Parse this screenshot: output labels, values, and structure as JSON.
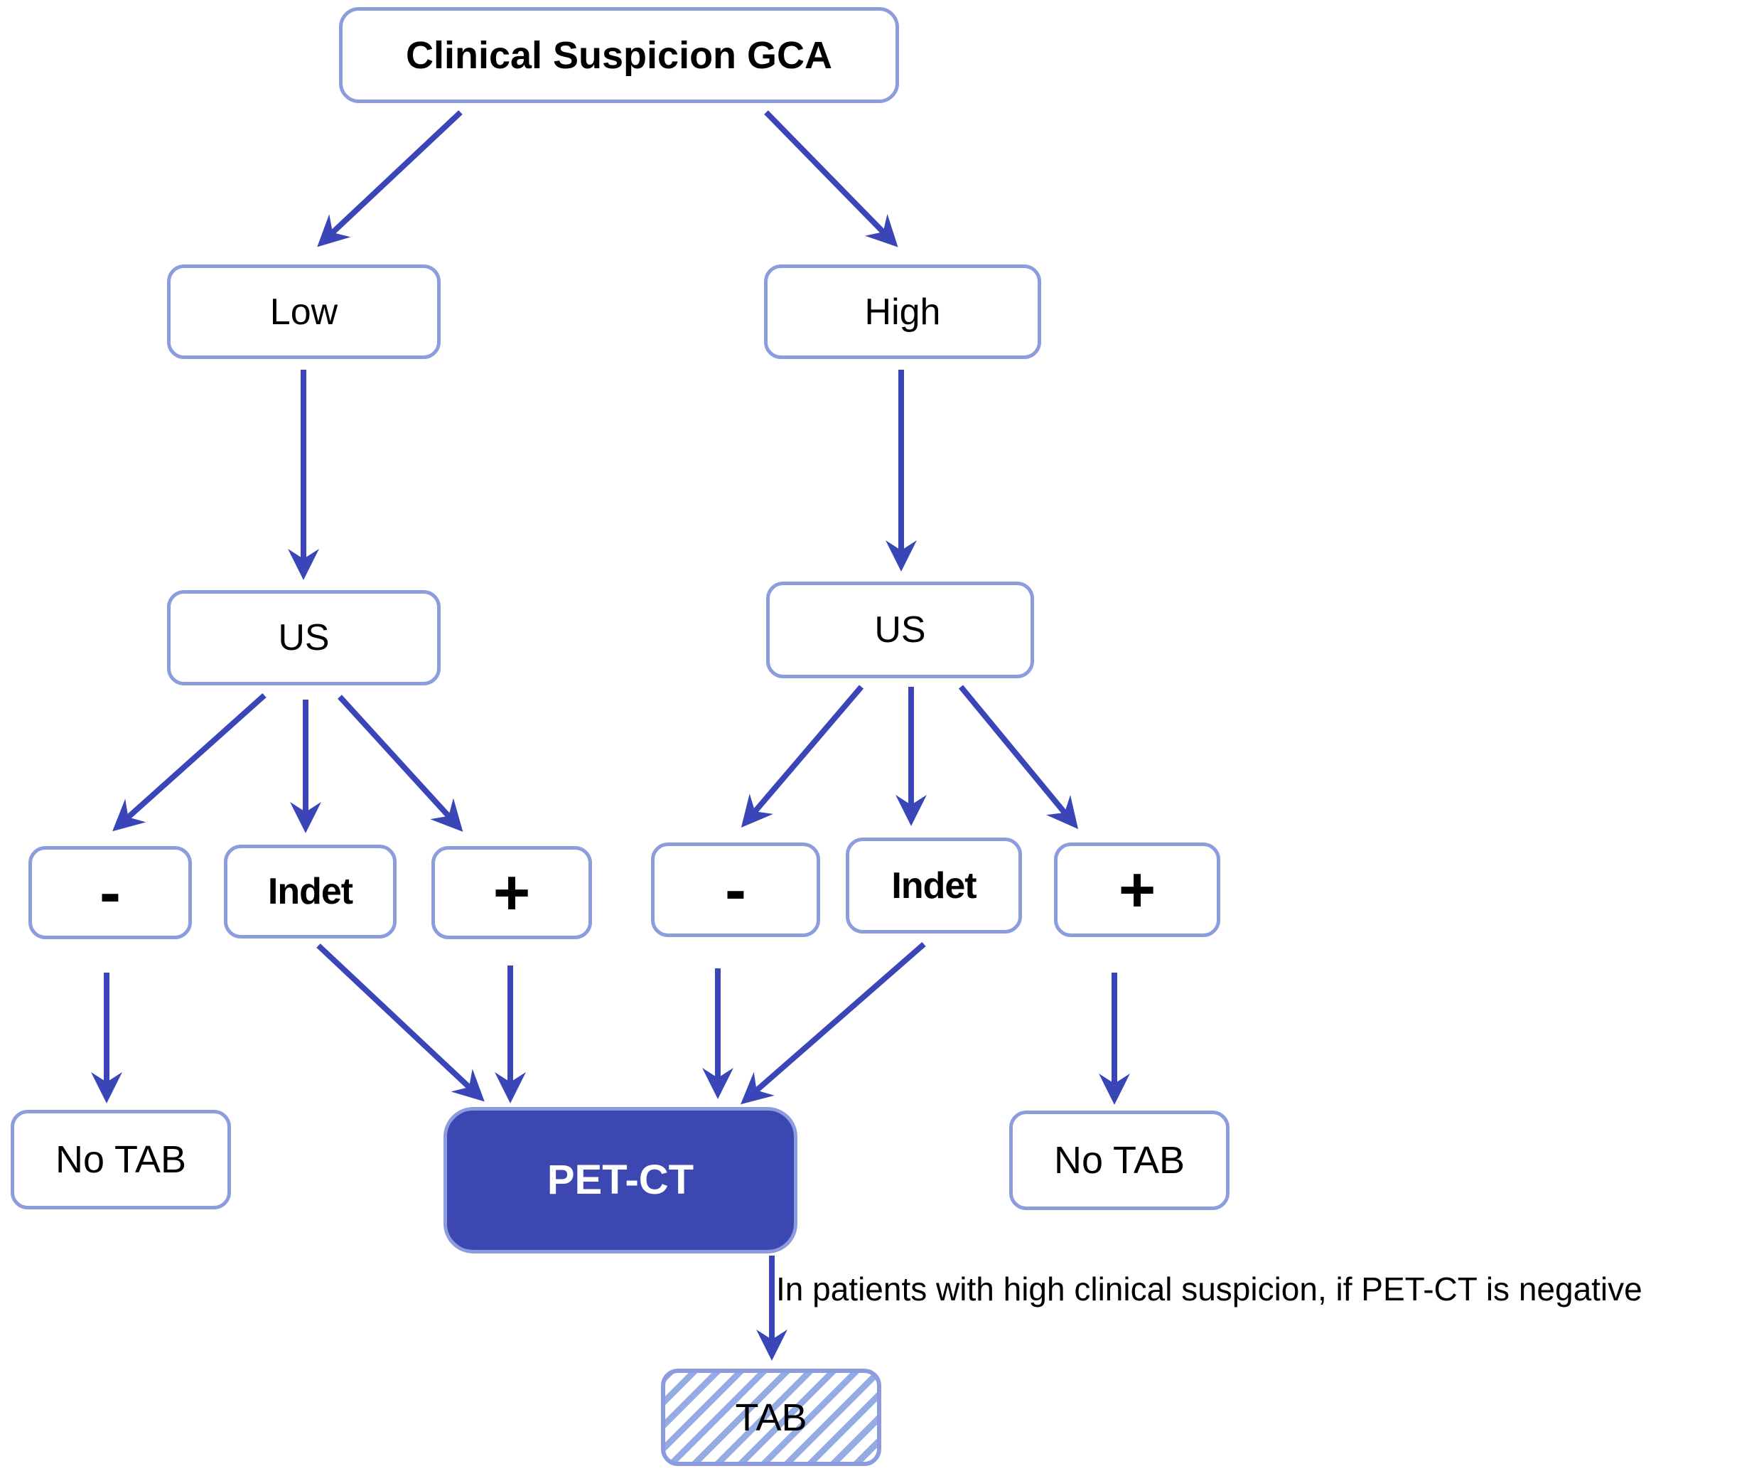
{
  "flowchart": {
    "nodes": {
      "clinical_suspicion_gca": "Clinical Suspicion GCA",
      "low": "Low",
      "high": "High",
      "us_low": "US",
      "us_high": "US",
      "us_low_negative": "-",
      "us_low_indeterminate": "Indet",
      "us_low_positive": "+",
      "us_high_negative": "-",
      "us_high_indeterminate": "Indet",
      "us_high_positive": "+",
      "no_tab_left": "No TAB",
      "pet_ct": "PET-CT",
      "no_tab_right": "No TAB",
      "tab": "TAB"
    },
    "annotation": "In patients with high clinical suspicion, if PET-CT is negative",
    "edges": [
      {
        "from": "clinical_suspicion_gca",
        "to": "low"
      },
      {
        "from": "clinical_suspicion_gca",
        "to": "high"
      },
      {
        "from": "low",
        "to": "us_low"
      },
      {
        "from": "high",
        "to": "us_high"
      },
      {
        "from": "us_low",
        "to": "us_low_negative"
      },
      {
        "from": "us_low",
        "to": "us_low_indeterminate"
      },
      {
        "from": "us_low",
        "to": "us_low_positive"
      },
      {
        "from": "us_high",
        "to": "us_high_negative"
      },
      {
        "from": "us_high",
        "to": "us_high_indeterminate"
      },
      {
        "from": "us_high",
        "to": "us_high_positive"
      },
      {
        "from": "us_low_negative",
        "to": "no_tab_left"
      },
      {
        "from": "us_low_indeterminate",
        "to": "pet_ct"
      },
      {
        "from": "us_low_positive",
        "to": "pet_ct"
      },
      {
        "from": "us_high_negative",
        "to": "pet_ct"
      },
      {
        "from": "us_high_indeterminate",
        "to": "pet_ct"
      },
      {
        "from": "us_high_positive",
        "to": "no_tab_right"
      },
      {
        "from": "pet_ct",
        "to": "tab",
        "note": "In patients with high clinical suspicion, if PET-CT is negative"
      }
    ],
    "colors": {
      "arrow": "#3a46b8",
      "node_border": "#8c9cdd",
      "pet_ct_fill": "#3c47b1",
      "pet_ct_text": "#ffffff",
      "hatch_stripe": "#95abe3",
      "text": "#000000"
    }
  }
}
